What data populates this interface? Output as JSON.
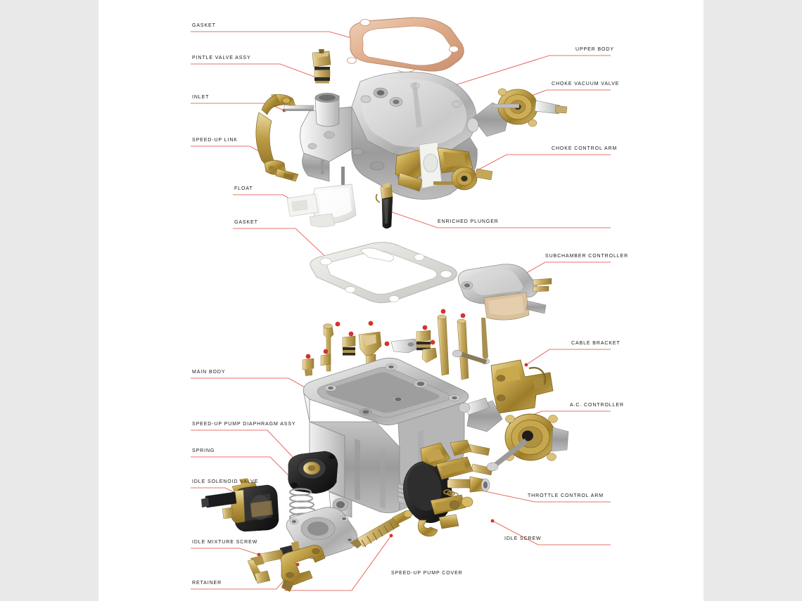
{
  "document": {
    "title": "Carburetor Exploded View Parts Diagram",
    "background_color": "#ffffff",
    "page_surround_color": "#e9e9e9",
    "leader_line_color": "#e8736a",
    "marker_dot_color": "#d4342a",
    "label_text_color": "#1a1a1a"
  },
  "labels": {
    "gasket_top": "GASKET",
    "pintle_valve_assy": "PINTLE VALVE ASSY",
    "inlet": "INLET",
    "speed_up_link": "SPEED-UP LINK",
    "float": "FLOAT",
    "gasket_mid": "GASKET",
    "main_body": "MAIN BODY",
    "speed_up_pump_diaphragm_assy": "SPEED-UP PUMP DIAPHRAGM ASSY",
    "spring": "SPRING",
    "idle_solenoid_valve": "IDLE SOLENOID VALVE",
    "idle_mixture_screw": "IDLE MIXTURE SCREW",
    "retainer": "RETAINER",
    "upper_body": "UPPER BODY",
    "choke_vacuum_valve": "CHOKE  VACUUM VALVE",
    "choke_control_arm": "CHOKE  CONTROL ARM",
    "enriched_plunger": "ENRICHED PLUNGER",
    "subchamber_controller": "SUBCHAMBER CONTROLLER",
    "cable_bracket": "CABLE BRACKET",
    "ac_controller": "A.C.  CONTROLLER",
    "throttle_control_arm": "THROTTLE CONTROL ARM",
    "idle_screw": "IDLE SCREW",
    "speed_up_pump_cover": "SPEED-UP PUMP  COVER"
  },
  "parts": {
    "gasket_top": {
      "name": "GASKET",
      "color": "#e0b193",
      "side": "left"
    },
    "pintle_valve_assy": {
      "name": "PINTLE VALVE ASSY",
      "color": "#c2a164",
      "side": "left"
    },
    "inlet": {
      "name": "INLET",
      "color": "#b5923f",
      "side": "left"
    },
    "speed_up_link": {
      "name": "SPEED-UP LINK",
      "color": "#b0903c",
      "side": "left"
    },
    "float": {
      "name": "FLOAT",
      "color": "#f0efed",
      "side": "left"
    },
    "gasket_mid": {
      "name": "GASKET",
      "color": "#dededa",
      "side": "left"
    },
    "main_body": {
      "name": "MAIN BODY",
      "color": "#c9c9c9",
      "side": "left"
    },
    "speed_up_pump_diaphragm_assy": {
      "name": "SPEED-UP PUMP DIAPHRAGM ASSY",
      "color": "#2b2b2b",
      "side": "left"
    },
    "spring": {
      "name": "SPRING",
      "color": "#cfcfcf",
      "side": "left"
    },
    "idle_solenoid_valve": {
      "name": "IDLE SOLENOID VALVE",
      "color": "#262626",
      "side": "left"
    },
    "idle_mixture_screw": {
      "name": "IDLE MIXTURE SCREW",
      "color": "#b2913c",
      "side": "left"
    },
    "retainer": {
      "name": "RETAINER",
      "color": "#b0903c",
      "side": "left"
    },
    "upper_body": {
      "name": "UPPER BODY",
      "color": "#c9c9c9",
      "side": "right"
    },
    "choke_vacuum_valve": {
      "name": "CHOKE VACUUM VALVE",
      "color": "#b8962f",
      "side": "right"
    },
    "choke_control_arm": {
      "name": "CHOKE CONTROL ARM",
      "color": "#b8962f",
      "side": "right"
    },
    "enriched_plunger": {
      "name": "ENRICHED PLUNGER",
      "color": "#4a4a4a",
      "side": "right"
    },
    "subchamber_controller": {
      "name": "SUBCHAMBER CONTROLLER",
      "color": "#bdbdbd",
      "side": "right"
    },
    "cable_bracket": {
      "name": "CABLE BRACKET",
      "color": "#b8962f",
      "side": "right"
    },
    "ac_controller": {
      "name": "A.C. CONTROLLER",
      "color": "#b8962f",
      "side": "right"
    },
    "throttle_control_arm": {
      "name": "THROTTLE CONTROL ARM",
      "color": "#262626",
      "side": "right"
    },
    "idle_screw": {
      "name": "IDLE SCREW",
      "color": "#b2913c",
      "side": "right"
    },
    "speed_up_pump_cover": {
      "name": "SPEED-UP PUMP COVER",
      "color": "#c6c6c6",
      "side": "right"
    }
  }
}
